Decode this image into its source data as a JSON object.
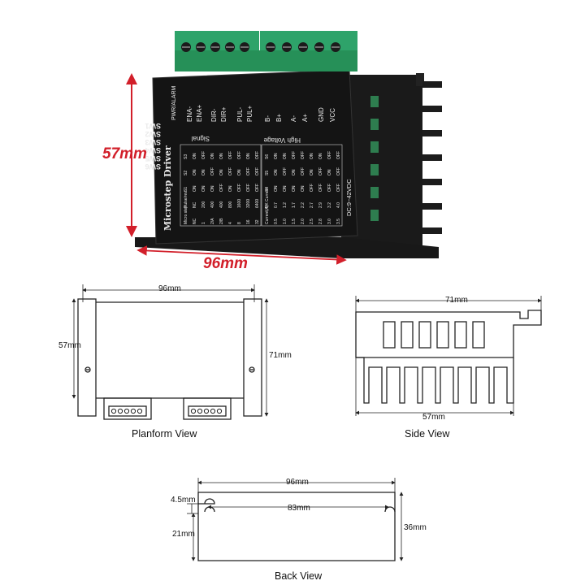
{
  "photo": {
    "height_label": "57mm",
    "width_label": "96mm",
    "brand_text": "Microstep Driver",
    "signal_label": "Signal",
    "hv_label": "High Voltage",
    "power_label": "DC:9~42VDC",
    "pwr_alarm": "PWR/ALARM",
    "terminals": [
      "ENA-",
      "ENA+",
      "DIR-",
      "DIR+",
      "PUL-",
      "PUL+",
      "B-",
      "B+",
      "A-",
      "A+",
      "GND",
      "VCC"
    ],
    "switches": [
      "SW1",
      "SW2",
      "SW3",
      "SW4",
      "SW5",
      "SW6"
    ],
    "step_table": {
      "headers": [
        "Micro step",
        "Pulse/rev",
        "S1",
        "S2",
        "S3"
      ],
      "rows": [
        [
          "NC",
          "NC",
          "ON",
          "ON",
          "ON"
        ],
        [
          "1",
          "200",
          "ON",
          "ON",
          "OFF"
        ],
        [
          "2/A",
          "400",
          "ON",
          "OFF",
          "ON"
        ],
        [
          "2/B",
          "400",
          "OFF",
          "ON",
          "ON"
        ],
        [
          "4",
          "800",
          "ON",
          "OFF",
          "OFF"
        ],
        [
          "8",
          "1600",
          "OFF",
          "ON",
          "OFF"
        ],
        [
          "16",
          "3200",
          "OFF",
          "OFF",
          "ON"
        ],
        [
          "32",
          "6400",
          "OFF",
          "OFF",
          "OFF"
        ]
      ]
    },
    "current_table": {
      "headers": [
        "Current(A)",
        "PK Current",
        "S4",
        "S5",
        "S6"
      ],
      "rows": [
        [
          "0.5",
          "0.7",
          "ON",
          "ON",
          "ON"
        ],
        [
          "1.0",
          "1.2",
          "ON",
          "OFF",
          "ON"
        ],
        [
          "1.5",
          "1.7",
          "ON",
          "ON",
          "OFF"
        ],
        [
          "2.0",
          "2.2",
          "ON",
          "OFF",
          "OFF"
        ],
        [
          "2.5",
          "2.7",
          "OFF",
          "ON",
          "ON"
        ],
        [
          "2.8",
          "2.9",
          "OFF",
          "OFF",
          "ON"
        ],
        [
          "3.0",
          "3.2",
          "OFF",
          "ON",
          "OFF"
        ],
        [
          "3.5",
          "4.0",
          "OFF",
          "OFF",
          "OFF"
        ]
      ]
    }
  },
  "planform": {
    "caption": "Planform View",
    "width": "96mm",
    "height_left": "57mm",
    "height_right": "71mm"
  },
  "side": {
    "caption": "Side View",
    "top_dim": "71mm",
    "bottom_dim": "57mm"
  },
  "back": {
    "caption": "Back View",
    "width": "96mm",
    "inner_width": "83mm",
    "offset": "4.5mm",
    "height_left": "21mm",
    "height_right": "36mm"
  },
  "colors": {
    "red": "#d21f2a",
    "terminal_green": "#2ea36a",
    "body": "#141414"
  }
}
